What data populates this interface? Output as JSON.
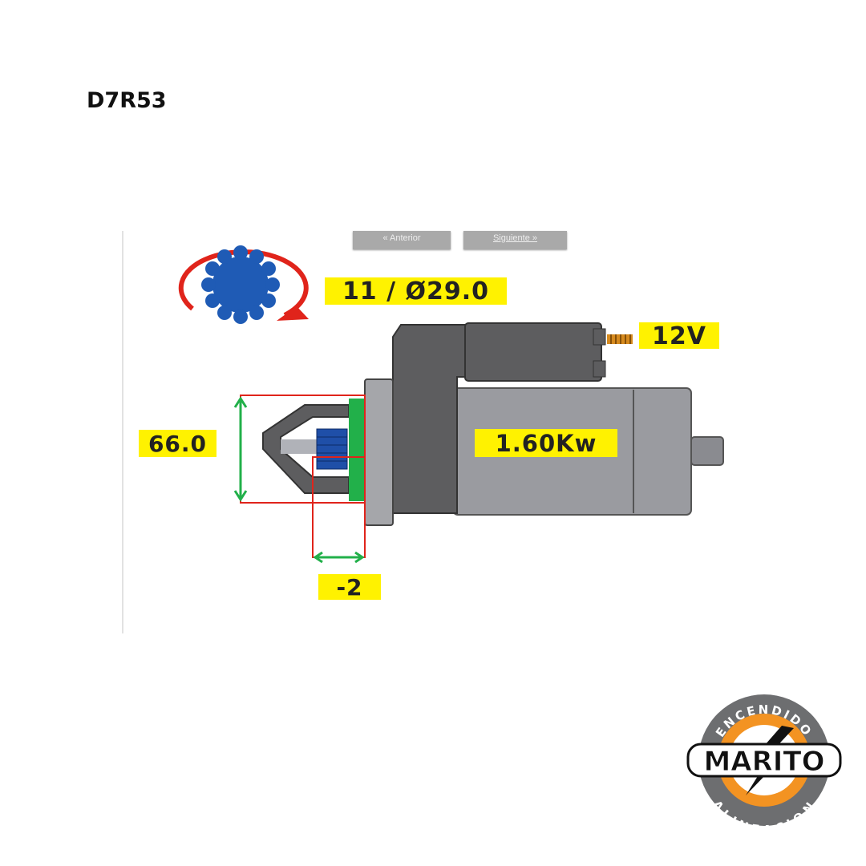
{
  "title": "D7R53",
  "nav": {
    "prev": "« Anterior",
    "next": "Siguiente »"
  },
  "specs": {
    "teeth_diameter": "11 / Ø29.0",
    "voltage": "12V",
    "power": "1.60Kw",
    "flange_diameter": "66.0",
    "pinion_offset": "-2"
  },
  "logo": {
    "top_text": "ENCENDIDO",
    "name": "MARITO",
    "bottom_text": "ALINEACION"
  },
  "colors": {
    "label_bg": "#fff200",
    "gear": "#1f5bb5",
    "arrow": "#e0241b",
    "body": "#9a9ba0",
    "dark": "#5d5d5f",
    "green": "#22b04a",
    "logo_orange": "#f39322",
    "logo_gray": "#6d6e70"
  }
}
